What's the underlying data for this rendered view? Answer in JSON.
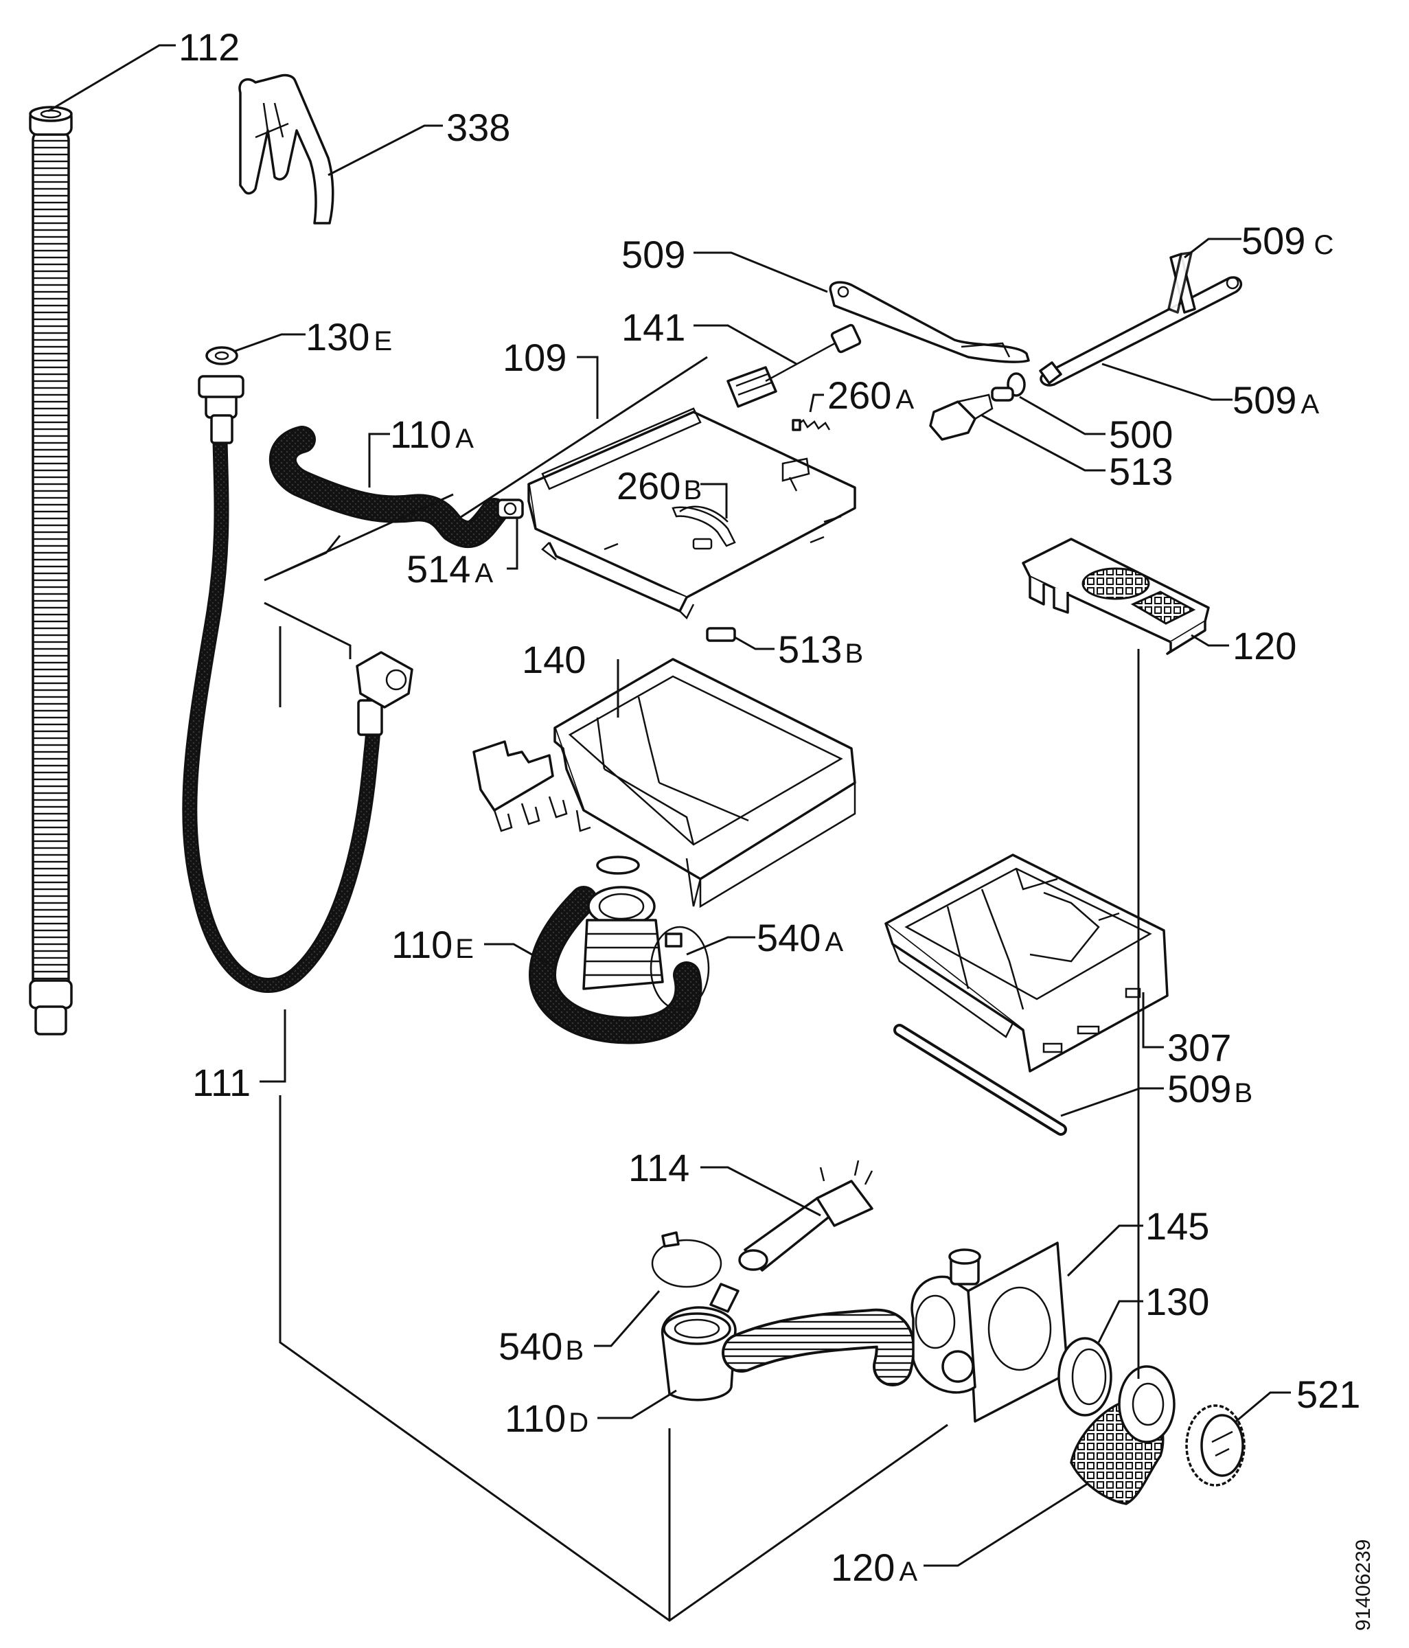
{
  "labels": [
    {
      "id": "112",
      "num": "112",
      "sfx": ""
    },
    {
      "id": "338",
      "num": "338",
      "sfx": ""
    },
    {
      "id": "509",
      "num": "509",
      "sfx": ""
    },
    {
      "id": "509c",
      "num": "509",
      "sfx": "C"
    },
    {
      "id": "141",
      "num": "141",
      "sfx": ""
    },
    {
      "id": "130e",
      "num": "130",
      "sfx": "E"
    },
    {
      "id": "109",
      "num": "109",
      "sfx": ""
    },
    {
      "id": "260a",
      "num": "260",
      "sfx": "A"
    },
    {
      "id": "509a",
      "num": "509",
      "sfx": "A"
    },
    {
      "id": "110a",
      "num": "110",
      "sfx": "A"
    },
    {
      "id": "500",
      "num": "500",
      "sfx": ""
    },
    {
      "id": "513",
      "num": "513",
      "sfx": ""
    },
    {
      "id": "260b",
      "num": "260",
      "sfx": "B"
    },
    {
      "id": "514a",
      "num": "514",
      "sfx": "A"
    },
    {
      "id": "120",
      "num": "120",
      "sfx": ""
    },
    {
      "id": "513b",
      "num": "513",
      "sfx": "B"
    },
    {
      "id": "140",
      "num": "140",
      "sfx": ""
    },
    {
      "id": "110e",
      "num": "110",
      "sfx": "E"
    },
    {
      "id": "540a",
      "num": "540",
      "sfx": "A"
    },
    {
      "id": "307",
      "num": "307",
      "sfx": ""
    },
    {
      "id": "111",
      "num": "111",
      "sfx": ""
    },
    {
      "id": "509b",
      "num": "509",
      "sfx": "B"
    },
    {
      "id": "114",
      "num": "114",
      "sfx": ""
    },
    {
      "id": "145",
      "num": "145",
      "sfx": ""
    },
    {
      "id": "130",
      "num": "130",
      "sfx": ""
    },
    {
      "id": "540b",
      "num": "540",
      "sfx": "B"
    },
    {
      "id": "521",
      "num": "521",
      "sfx": ""
    },
    {
      "id": "110d",
      "num": "110",
      "sfx": "D"
    },
    {
      "id": "120a",
      "num": "120",
      "sfx": "A"
    }
  ],
  "drawing_id": "91406239"
}
